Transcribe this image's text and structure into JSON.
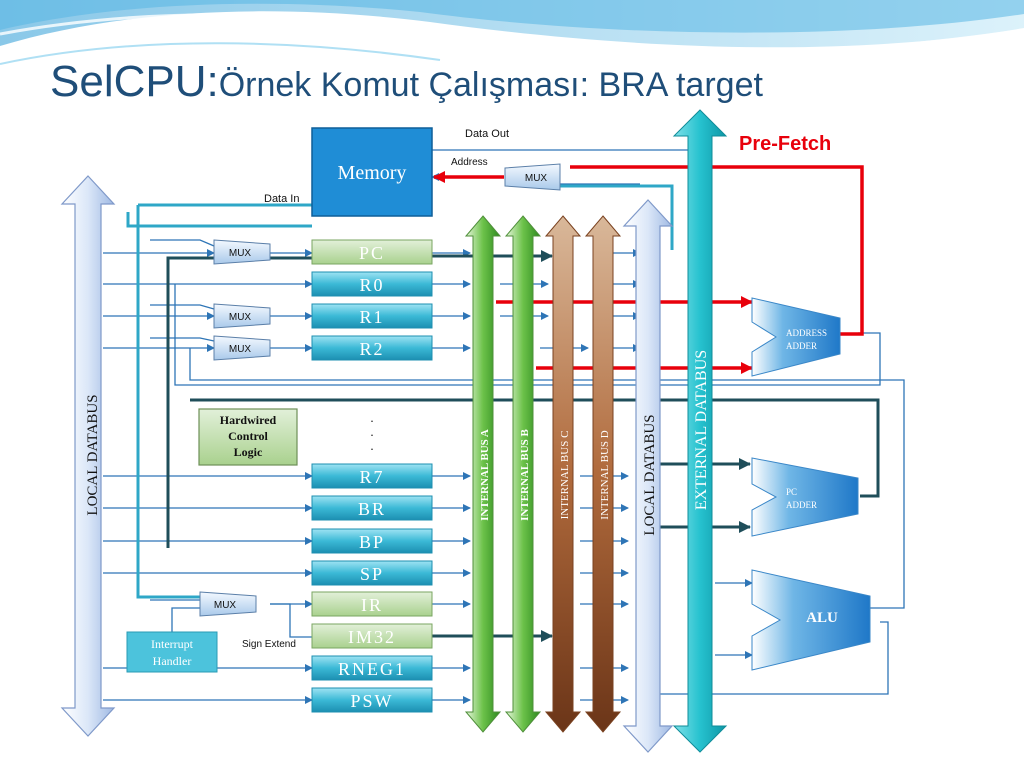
{
  "slide": {
    "title_main": "SelCPU:",
    "title_sub": "Örnek Komut Çalışması: BRA target"
  },
  "labels": {
    "data_out": "Data Out",
    "address": "Address",
    "data_in": "Data In",
    "pre_fetch": "Pre-Fetch",
    "sign_extend": "Sign Extend",
    "dots": ". . ."
  },
  "memory": {
    "label": "Memory"
  },
  "mux": {
    "label": "MUX"
  },
  "registers": {
    "pc": "PC",
    "r0": "R0",
    "r1": "R1",
    "r2": "R2",
    "r7": "R7",
    "br": "BR",
    "bp": "BP",
    "sp": "SP",
    "ir": "IR",
    "im32": "IM32",
    "rneg1": "RNEG1",
    "psw": "PSW"
  },
  "control": {
    "line1": "Hardwired",
    "line2": "Control",
    "line3": "Logic"
  },
  "interrupt": {
    "line1": "Interrupt",
    "line2": "Handler"
  },
  "buses": {
    "local_left": "LOCAL  DATABUS",
    "bus_a": "INTERNAL  BUS A",
    "bus_b": "INTERNAL  BUS B",
    "bus_c": "INTERNAL BUS C",
    "bus_d": "INTERNAL  BUS D",
    "local_right": "LOCAL  DATABUS",
    "external": "EXTERNAL  DATABUS"
  },
  "units": {
    "address_adder_1": "ADDRESS",
    "address_adder_2": "ADDER",
    "pc_adder_1": "PC",
    "pc_adder_2": "ADDER",
    "alu": "ALU"
  },
  "colors": {
    "title": "#1f4e79",
    "red_path": "#e8000b",
    "bus_line": "#2e75b6",
    "dark_line": "#1f4e5a",
    "teal_reg": "#3bb9d6",
    "green_reg": "#a9d18e",
    "memory": "#1f8dd6",
    "unit": "#2e8fd0"
  }
}
